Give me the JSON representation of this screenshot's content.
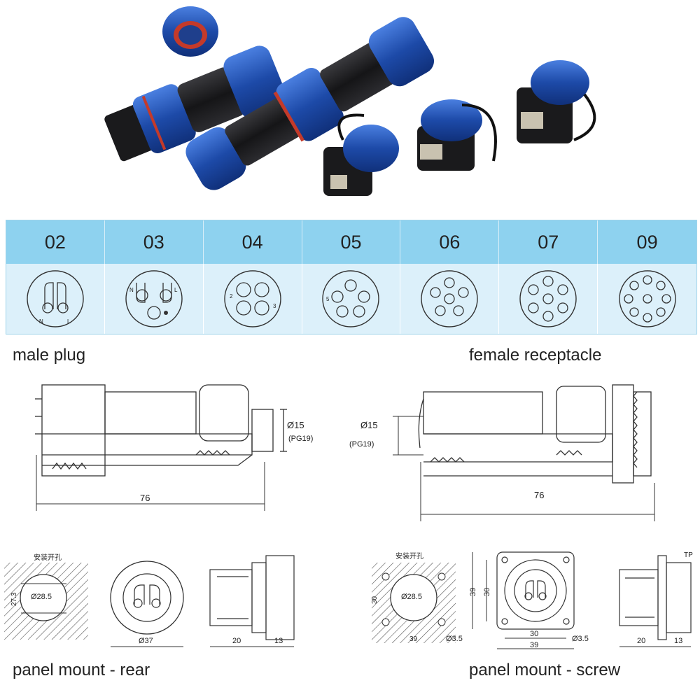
{
  "pin_table": {
    "pin_counts": [
      "02",
      "03",
      "04",
      "05",
      "06",
      "07",
      "09"
    ]
  },
  "pin_marks": {
    "p02": [
      "N",
      "L"
    ],
    "p03": [
      "N",
      "L"
    ],
    "p04": [
      "2",
      "3"
    ],
    "p05": [
      "5"
    ],
    "p06": [],
    "p07": [],
    "p09": []
  },
  "sections": {
    "male_plug": "male plug",
    "female_receptacle": "female receptacle",
    "panel_rear": "panel mount - rear",
    "panel_screw": "panel mount - screw"
  },
  "male_plug_drawing": {
    "diameter": "Ø15",
    "thread": "(PG19)",
    "length": "76"
  },
  "female_drawing": {
    "diameter": "Ø15",
    "thread": "(PG19)",
    "length": "76"
  },
  "rear_panel": {
    "cutout_label": "安装开孔",
    "hole_diameter": "Ø28.5",
    "flat_dim": "27.3",
    "outer_diameter": "Ø37",
    "depth_a": "20",
    "depth_b": "13"
  },
  "screw_panel": {
    "cutout_label": "安装开孔",
    "hole_diameter": "Ø28.5",
    "side_a": "30",
    "side_b": "39",
    "screw_hole": "Ø3.5",
    "height_outer": "39",
    "height_inner": "30",
    "width_inner": "30",
    "width_outer": "39",
    "screw_hole_2": "Ø3.5",
    "depth_a": "20",
    "depth_b": "13",
    "tp": "TP"
  },
  "colors": {
    "header_blue": "#8ed2ef",
    "row_light": "#dcf0fa",
    "connector_blue": "#2457b8",
    "connector_black": "#1d1d1f",
    "seal_red": "#c43a2a"
  }
}
